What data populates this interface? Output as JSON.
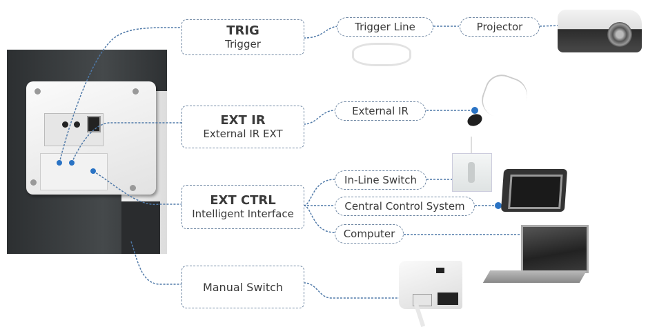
{
  "diagram": {
    "ports": [
      {
        "id": "trig",
        "title": "TRIG",
        "subtitle": "Trigger"
      },
      {
        "id": "extir",
        "title": "EXT IR",
        "subtitle": "External  IR EXT"
      },
      {
        "id": "extctrl",
        "title": "EXT CTRL",
        "subtitle": "Intelligent Interface"
      },
      {
        "id": "manual",
        "title": "",
        "subtitle": "Manual Switch"
      }
    ],
    "connections": {
      "trigger_line": "Trigger Line",
      "projector": "Projector",
      "external_ir": "External IR",
      "inline_switch": "In-Line Switch",
      "central_control": "Central Control System",
      "computer": "Computer"
    },
    "images": [
      "screen-motor-housing",
      "trigger-cable",
      "projector",
      "ir-receiver",
      "wall-switch",
      "touch-panel",
      "laptop",
      "manual-switch-box"
    ],
    "colors": {
      "dash": "#4f79a8",
      "dot": "#2a73c4",
      "box_border": "#6f87a3",
      "housing_bg": "#3b3e40"
    }
  }
}
